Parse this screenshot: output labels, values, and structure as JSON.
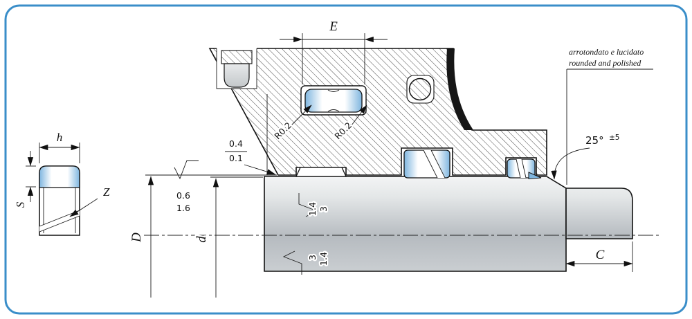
{
  "drawing": {
    "labels": {
      "E": "E",
      "D": "D",
      "d": "d",
      "C": "C",
      "h": "h",
      "S": "S",
      "Z": "Z"
    },
    "radius_left": "R0.2",
    "radius_right": "R0.2",
    "angle_value": "25°",
    "angle_tolerance": "±5",
    "clearance_top": "0.4",
    "clearance_bottom": "0.1",
    "bore_roughness_top": "0.6",
    "bore_roughness_bottom": "1.6",
    "rod_roughness_top_first": "1.4",
    "rod_roughness_top_second": "3",
    "rod_roughness_bottom_first": "3",
    "rod_roughness_bottom_second": "1.4",
    "note_italian": "arrotondato e lucidato",
    "note_english": "rounded and polished",
    "colors": {
      "border_blue": "#3a8ec9",
      "seal_blue": "#7fb6df",
      "hatch": "#333333",
      "rod_gray": "#b6bbc0"
    }
  }
}
